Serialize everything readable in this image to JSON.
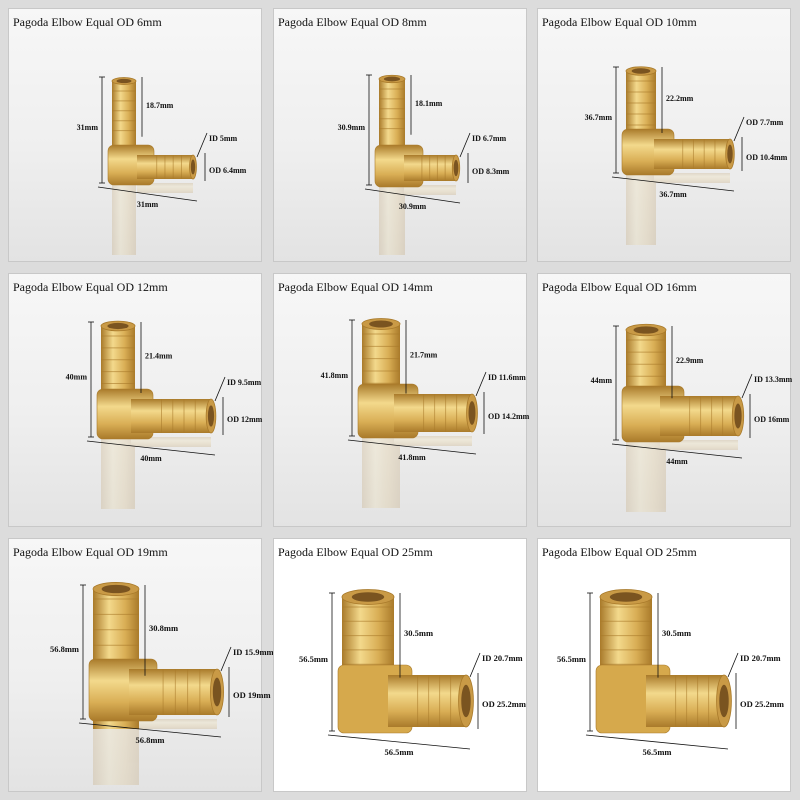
{
  "panels": [
    {
      "title": "Pagoda Elbow Equal OD 6mm",
      "height": "31mm",
      "barb": "18.7mm",
      "id": "ID 5mm",
      "od": "OD 6.4mm",
      "width": "31mm"
    },
    {
      "title": "Pagoda Elbow Equal OD 8mm",
      "height": "30.9mm",
      "barb": "18.1mm",
      "id": "ID 6.7mm",
      "od": "OD 8.3mm",
      "width": "30.9mm"
    },
    {
      "title": "Pagoda Elbow Equal OD 10mm",
      "height": "36.7mm",
      "barb": "22.2mm",
      "id": "OD 7.7mm",
      "od": "OD 10.4mm",
      "width": "36.7mm"
    },
    {
      "title": "Pagoda Elbow Equal OD 12mm",
      "height": "40mm",
      "barb": "21.4mm",
      "id": "ID 9.5mm",
      "od": "OD 12mm",
      "width": "40mm"
    },
    {
      "title": "Pagoda Elbow Equal OD 14mm",
      "height": "41.8mm",
      "barb": "21.7mm",
      "id": "ID 11.6mm",
      "od": "OD 14.2mm",
      "width": "41.8mm"
    },
    {
      "title": "Pagoda Elbow Equal OD 16mm",
      "height": "44mm",
      "barb": "22.9mm",
      "id": "ID 13.3mm",
      "od": "OD 16mm",
      "width": "44mm"
    },
    {
      "title": "Pagoda Elbow Equal OD 19mm",
      "height": "56.8mm",
      "barb": "30.8mm",
      "id": "ID 15.9mm",
      "od": "OD 19mm",
      "width": "56.8mm"
    },
    {
      "title": "Pagoda Elbow Equal OD 25mm",
      "height": "56.5mm",
      "barb": "30.5mm",
      "id": "ID 20.7mm",
      "od": "OD 25.2mm",
      "width": "56.5mm"
    },
    {
      "title": "Pagoda Elbow Equal OD 25mm",
      "height": "56.5mm",
      "barb": "30.5mm",
      "id": "ID 20.7mm",
      "od": "OD 25.2mm",
      "width": "56.5mm"
    }
  ],
  "colors": {
    "brass_light": "#f3d98c",
    "brass_mid": "#d9ae55",
    "brass_dark": "#a97a2a",
    "panel_bg_grey": "#f2f2f2",
    "panel_bg_white": "#ffffff"
  }
}
